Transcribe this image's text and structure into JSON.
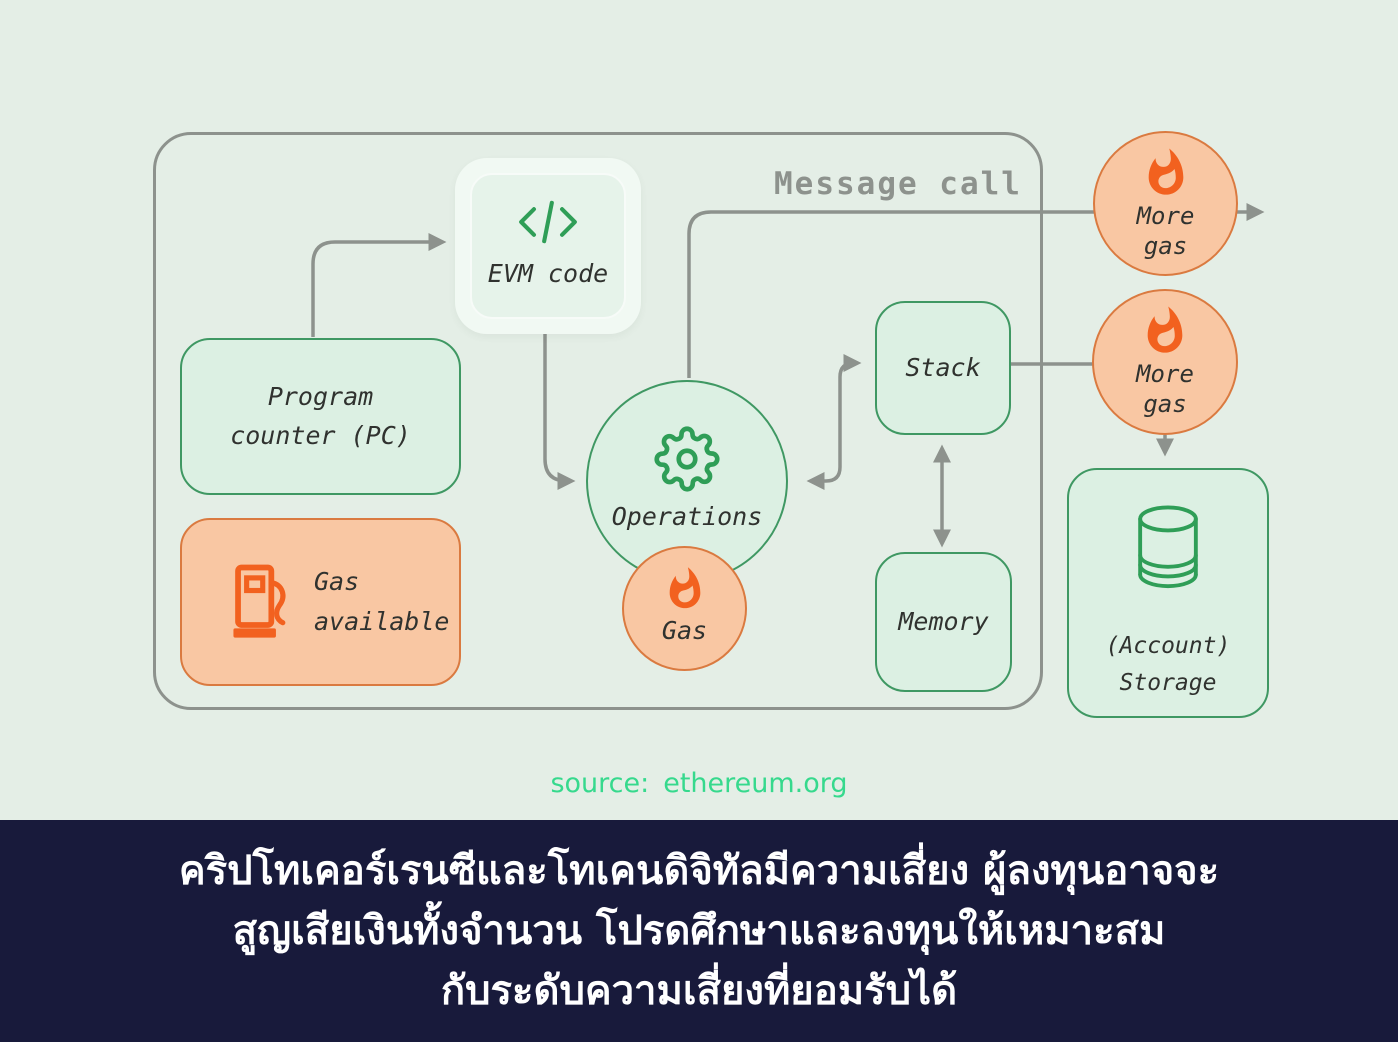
{
  "diagram": {
    "container_label": "Message call",
    "nodes": {
      "evm_code": {
        "label": "EVM code",
        "icon": "code-icon"
      },
      "program_counter": {
        "label": "Program counter (PC)"
      },
      "gas_available": {
        "label": "Gas available",
        "icon": "gas-pump-icon"
      },
      "operations": {
        "label": "Operations",
        "icon": "gear-icon"
      },
      "gas": {
        "label": "Gas",
        "icon": "flame-icon"
      },
      "stack": {
        "label": "Stack"
      },
      "memory": {
        "label": "Memory"
      },
      "more_gas_top": {
        "label": "More gas",
        "icon": "flame-icon"
      },
      "more_gas_mid": {
        "label": "More gas",
        "icon": "flame-icon"
      },
      "account_storage": {
        "label": "(Account) Storage",
        "icon": "database-icon"
      }
    },
    "colors": {
      "background": "#e4eee6",
      "green_fill": "#dcf0e3",
      "green_border": "#3f9863",
      "green_icon": "#2f9e57",
      "orange_fill": "#f9c7a3",
      "orange_border": "#da7a40",
      "orange_icon": "#f2611f",
      "connector_gray": "#8d928d",
      "text_dark": "#30322f"
    }
  },
  "source": {
    "label": "source:",
    "site": "ethereum.org",
    "color": "#36d98d"
  },
  "footer": {
    "background": "#181a3b",
    "lines": [
      "คริปโทเคอร์เรนซีและโทเคนดิจิทัลมีความเสี่ยง ผู้ลงทุนอาจจะ",
      "สูญเสียเงินทั้งจำนวน โปรดศึกษาและลงทุนให้เหมาะสม",
      "กับระดับความเสี่ยงที่ยอมรับได้"
    ]
  }
}
